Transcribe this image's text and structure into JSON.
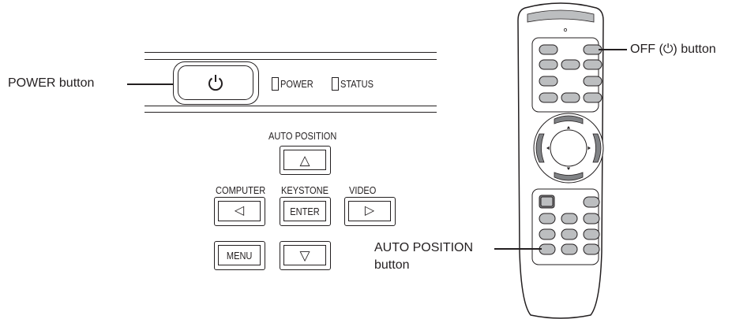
{
  "callouts": {
    "power_button": "POWER button",
    "off_button": "OFF (⏻) button",
    "auto_position_line1": "AUTO POSITION",
    "auto_position_line2": "button"
  },
  "panel": {
    "power_indicator": "POWER",
    "status_indicator": "STATUS",
    "auto_position_label": "AUTO POSITION",
    "computer_label": "COMPUTER",
    "keystone_label": "KEYSTONE",
    "video_label": "VIDEO",
    "enter_key": "ENTER",
    "menu_key": "MENU",
    "power_symbol": "⏻",
    "up_symbol": "△",
    "left_symbol": "◁",
    "right_symbol": "▷",
    "down_symbol": "▽"
  },
  "icons": [
    "power-icon",
    "up-arrow-icon",
    "left-arrow-icon",
    "right-arrow-icon",
    "down-arrow-icon"
  ],
  "colors": {
    "ink": "#231f20",
    "button_gray": "#bcbec0",
    "remote_dark": "#808285"
  }
}
